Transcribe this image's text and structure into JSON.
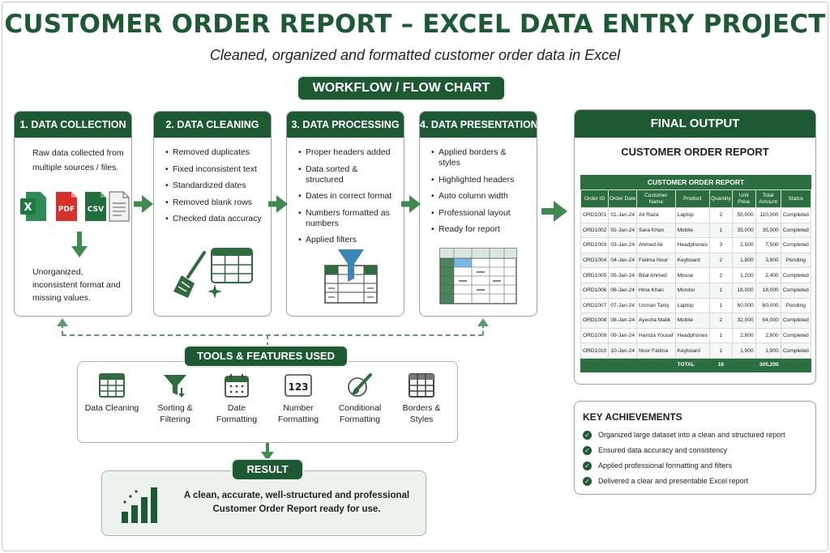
{
  "header": {
    "title": "CUSTOMER ORDER REPORT – EXCEL DATA ENTRY PROJECT",
    "subtitle": "Cleaned, organized and formatted customer order data in Excel",
    "workflow_label": "WORKFLOW / FLOW CHART"
  },
  "steps": [
    {
      "title": "1. DATA COLLECTION",
      "description": "Raw data collected from multiple sources / files.",
      "file_icons": [
        "X",
        "PDF",
        "CSV"
      ],
      "footer": "Unorganized, inconsistent format and missing values."
    },
    {
      "title": "2. DATA CLEANING",
      "items": [
        "Removed duplicates",
        "Fixed inconsistent text",
        "Standardized dates",
        "Removed blank rows",
        "Checked data accuracy"
      ]
    },
    {
      "title": "3. DATA PROCESSING",
      "items": [
        "Proper headers added",
        "Data sorted & structured",
        "Dates in correct format",
        "Numbers formatted as numbers",
        "Applied filters"
      ]
    },
    {
      "title": "4. DATA PRESENTATION",
      "items": [
        "Applied borders & styles",
        "Highlighted headers",
        "Auto column width",
        "Professional layout",
        "Ready for report"
      ]
    }
  ],
  "final_output": {
    "title": "FINAL OUTPUT",
    "report_title": "CUSTOMER ORDER REPORT",
    "table_title": "CUSTOMER ORDER REPORT",
    "columns": [
      "Order ID",
      "Order Date",
      "Customer Name",
      "Product",
      "Quantity",
      "Unit Price",
      "Total Amount",
      "Status"
    ],
    "rows": [
      [
        "ORD1001",
        "01-Jan-24",
        "Ali Raza",
        "Laptop",
        "2",
        "55,000",
        "110,000",
        "Completed"
      ],
      [
        "ORD1002",
        "02-Jan-24",
        "Sara Khan",
        "Mobile",
        "1",
        "35,000",
        "35,000",
        "Completed"
      ],
      [
        "ORD1003",
        "03-Jan-24",
        "Ahmed Ali",
        "Headphones",
        "3",
        "2,500",
        "7,500",
        "Completed"
      ],
      [
        "ORD1004",
        "04-Jan-24",
        "Fatima Noor",
        "Keyboard",
        "2",
        "1,800",
        "3,600",
        "Pending"
      ],
      [
        "ORD1005",
        "05-Jan-24",
        "Bilal Ahmed",
        "Mouse",
        "2",
        "1,200",
        "2,400",
        "Completed"
      ],
      [
        "ORD1006",
        "06-Jan-24",
        "Hina Khan",
        "Monitor",
        "1",
        "18,000",
        "18,000",
        "Completed"
      ],
      [
        "ORD1007",
        "07-Jan-24",
        "Usman Tariq",
        "Laptop",
        "1",
        "60,000",
        "60,000",
        "Pending"
      ],
      [
        "ORD1008",
        "08-Jan-24",
        "Ayesha Malik",
        "Mobile",
        "2",
        "32,000",
        "64,000",
        "Completed"
      ],
      [
        "ORD1009",
        "09-Jan-24",
        "Hamza Yousaf",
        "Headphones",
        "1",
        "2,800",
        "2,800",
        "Completed"
      ],
      [
        "ORD1010",
        "10-Jan-24",
        "Noor Fatima",
        "Keyboard",
        "1",
        "1,900",
        "1,900",
        "Completed"
      ]
    ],
    "total_label": "TOTAL",
    "total_quantity": "16",
    "total_amount": "305,200"
  },
  "tools": {
    "title": "TOOLS & FEATURES USED",
    "items": [
      {
        "label": "Data Cleaning",
        "icon": "table-icon"
      },
      {
        "label": "Sorting & Filtering",
        "icon": "filter-icon"
      },
      {
        "label": "Date Formatting",
        "icon": "calendar-icon"
      },
      {
        "label": "Number Formatting",
        "icon": "number-format-icon",
        "glyph": "123"
      },
      {
        "label": "Conditional Formatting",
        "icon": "paint-brush-icon"
      },
      {
        "label": "Borders & Styles",
        "icon": "grid-borders-icon"
      }
    ]
  },
  "result": {
    "title": "RESULT",
    "text": "A clean, accurate, well-structured and professional Customer Order Report ready for use."
  },
  "key_achievements": {
    "title": "KEY ACHIEVEMENTS",
    "items": [
      "Organized large dataset into a clean and structured report",
      "Ensured data accuracy and consistency",
      "Applied professional formatting and filters",
      "Delivered a clear and presentable Excel report"
    ]
  },
  "colors": {
    "primary": "#1d5a34",
    "table_header": "#2b6e3f",
    "arrow": "#3f8a51",
    "result_bg": "#ecf3ec",
    "pdf_red": "#d8312b",
    "excel_green": "#1e7a43"
  }
}
